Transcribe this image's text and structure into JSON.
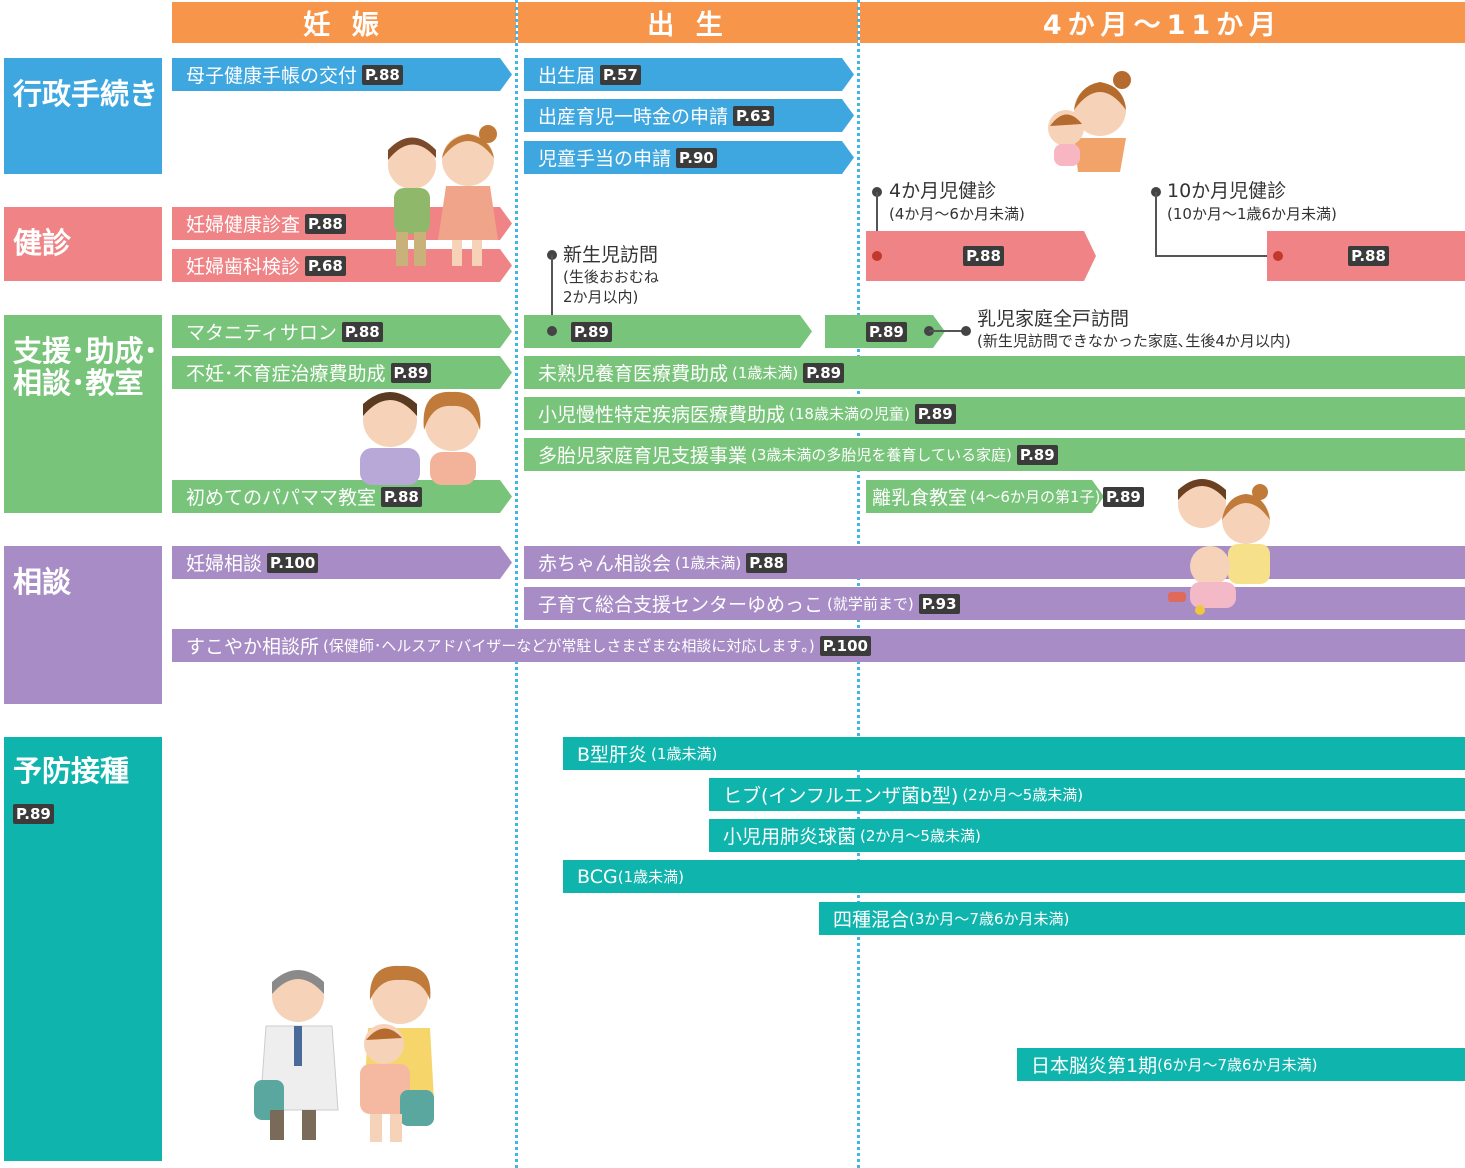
{
  "headers": {
    "pregnancy": "妊 娠",
    "birth": "出 生",
    "months": "4か月～11か月"
  },
  "categories": {
    "admin": "行政手続き",
    "checkup": "健診",
    "support_1": "支援･助成･",
    "support_2": "相談･教室",
    "consult": "相談",
    "vaccine": "予防接種",
    "vaccine_page": "P.89"
  },
  "admin": {
    "boshi": {
      "label": "母子健康手帳の交付",
      "page": "P.88"
    },
    "birth": {
      "label": "出生届",
      "page": "P.57"
    },
    "ichijikin": {
      "label": "出産育児一時金の申請",
      "page": "P.63"
    },
    "jidou": {
      "label": "児童手当の申請",
      "page": "P.90"
    }
  },
  "checkup": {
    "ninpu": {
      "label": "妊婦健康診査",
      "page": "P.88"
    },
    "shika": {
      "label": "妊婦歯科検診",
      "page": "P.68"
    },
    "m4": {
      "title": "4か月児健診",
      "sub": "(4か月～6か月未満)",
      "page": "P.88"
    },
    "m10": {
      "title": "10か月児健診",
      "sub": "(10か月～1歳6か月未満)",
      "page": "P.88"
    }
  },
  "support": {
    "shinseiji": {
      "title": "新生児訪問",
      "sub1": "(生後おおむね",
      "sub2": "2か月以内)",
      "page": "P.89"
    },
    "zenko": {
      "title": "乳児家庭全戸訪問",
      "sub": "(新生児訪問できなかった家庭､生後4か月以内)",
      "page": "P.89"
    },
    "maternity": {
      "label": "マタニティサロン",
      "page": "P.88"
    },
    "funin": {
      "label": "不妊･不育症治療費助成",
      "page": "P.89"
    },
    "mijuku": {
      "label": "未熟児養育医療費助成",
      "small": "(1歳未満)",
      "page": "P.89"
    },
    "shouni": {
      "label": "小児慢性特定疾病医療費助成",
      "small": "(18歳未満の児童)",
      "page": "P.89"
    },
    "tatai": {
      "label": "多胎児家庭育児支援事業",
      "small": "(3歳未満の多胎児を養育している家庭)",
      "page": "P.89"
    },
    "papamama": {
      "label": "初めてのパパママ教室",
      "page": "P.88"
    },
    "rinyu": {
      "label": "離乳食教室",
      "small": "(4～6か月の第1子)",
      "page": "P.89"
    }
  },
  "consult": {
    "ninpu": {
      "label": "妊婦相談",
      "page": "P.100"
    },
    "akachan": {
      "label": "赤ちゃん相談会",
      "small": "(1歳未満)",
      "page": "P.88"
    },
    "yumekko": {
      "label": "子育て総合支援センターゆめっこ",
      "small": "(就学前まで)",
      "page": "P.93"
    },
    "sukoyaka": {
      "label": "すこやか相談所",
      "small": "(保健師･ヘルスアドバイザーなどが常駐しさまざまな相談に対応します｡)",
      "page": "P.100"
    }
  },
  "vaccine": {
    "b": {
      "label": "B型肝炎",
      "small": "(1歳未満)"
    },
    "hib": {
      "label": "ヒブ(インフルエンザ菌b型)",
      "small": "(2か月～5歳未満)"
    },
    "pneumo": {
      "label": "小児用肺炎球菌",
      "small": "(2か月～5歳未満)"
    },
    "bcg": {
      "label": "BCG",
      "small": "(1歳未満)"
    },
    "shishu": {
      "label": "四種混合",
      "small": "(3か月～7歳6か月未満)"
    },
    "nihon": {
      "label": "日本脳炎第1期",
      "small": "(6か月～7歳6か月未満)"
    }
  },
  "colors": {
    "header": "#f7954a",
    "admin": "#3fa7e0",
    "checkup": "#f08386",
    "support": "#78c47a",
    "consult": "#a88cc6",
    "vaccine": "#0fb5ad",
    "divider": "#3fb6e6"
  }
}
